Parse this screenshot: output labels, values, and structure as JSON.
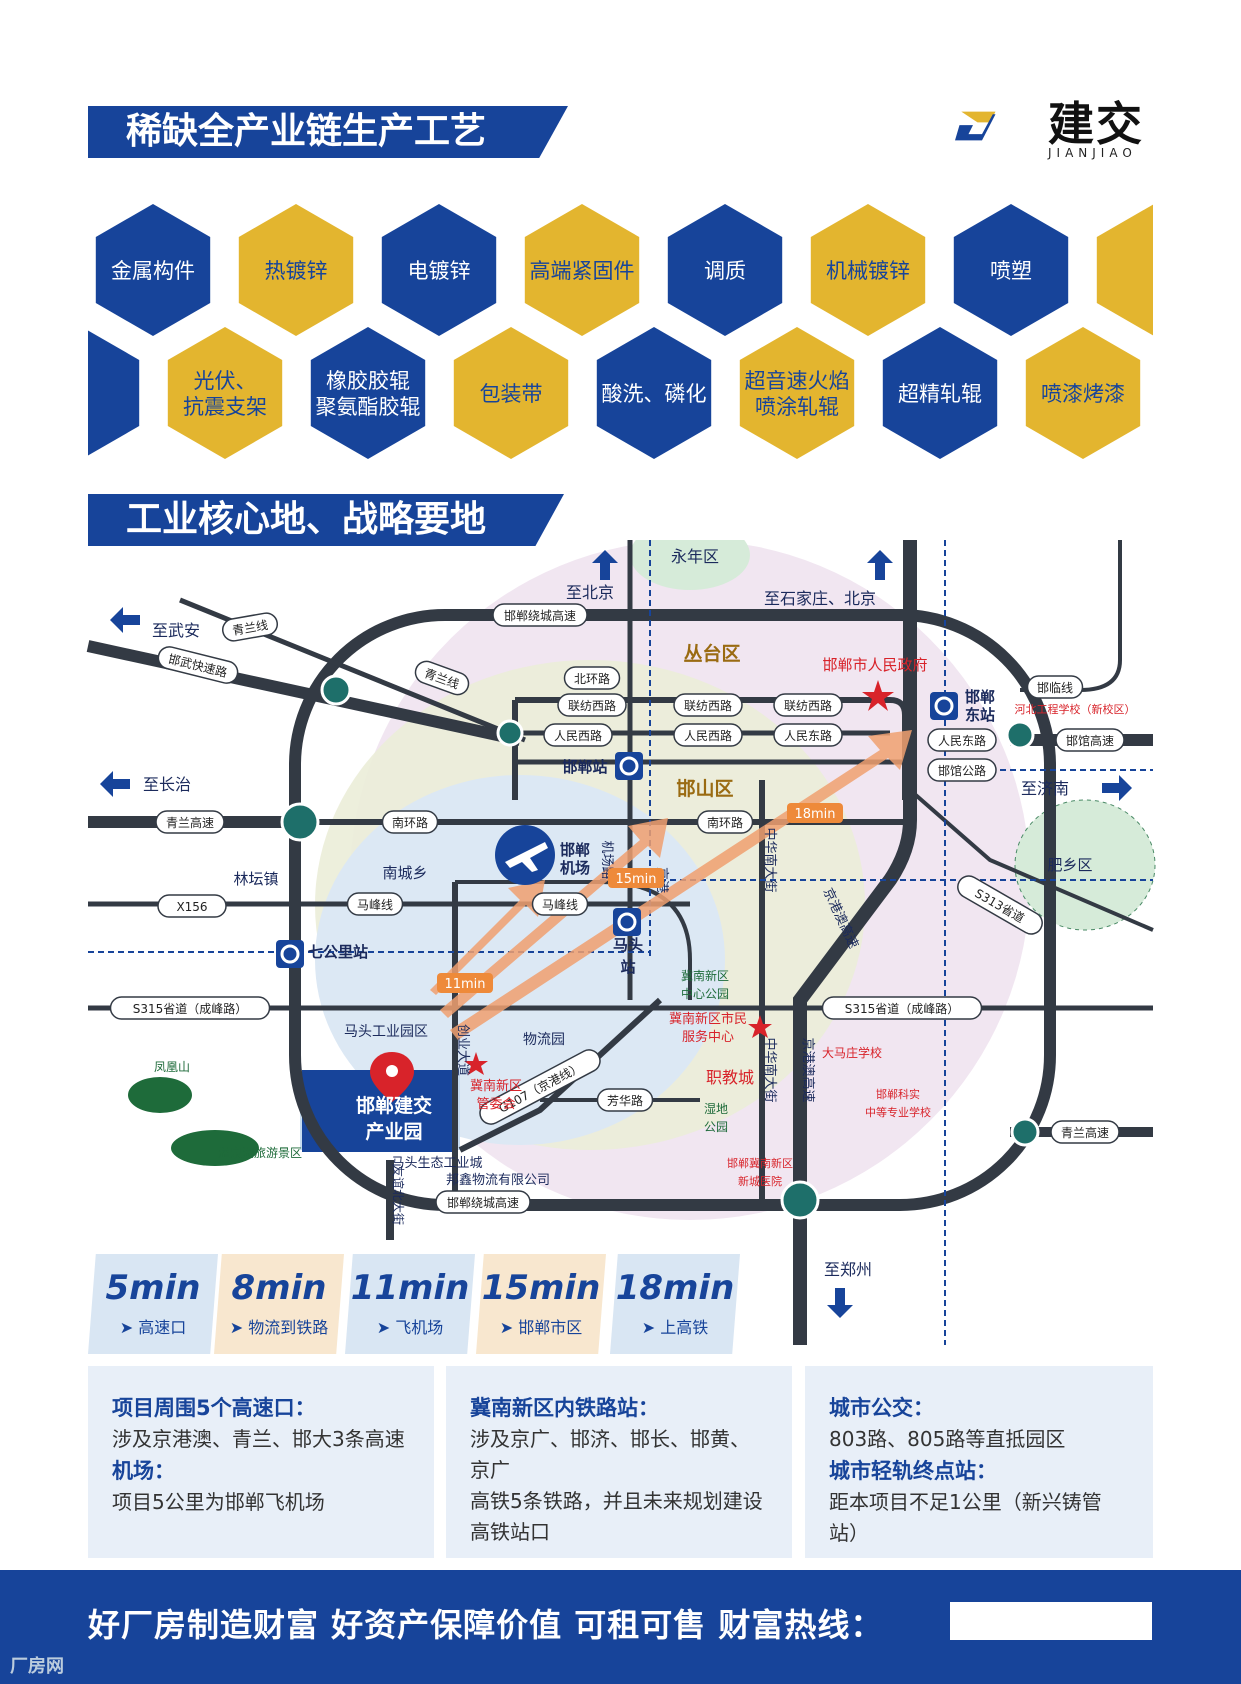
{
  "section1_title": "稀缺全产业链生产工艺",
  "section2_title": "工业核心地、战略要地",
  "logo": {
    "text": "建交",
    "sub": "JIANJIAO"
  },
  "hex_row1": [
    "金属构件",
    "热镀锌",
    "电镀锌",
    "高端紧固件",
    "调质",
    "机械镀锌",
    "喷塑"
  ],
  "hex_row2": [
    [
      "光伏、",
      "抗震支架"
    ],
    [
      "橡胶胶辊",
      "聚氨酯胶辊"
    ],
    [
      "包装带"
    ],
    [
      "酸洗、磷化"
    ],
    [
      "超音速火焰",
      "喷涂轧辊"
    ],
    [
      "超精轧辊"
    ],
    [
      "喷漆烤漆"
    ]
  ],
  "map": {
    "districts": {
      "yongnian": "永年区",
      "congtai": "丛台区",
      "hanshan": "邯山区",
      "feixiang": "肥乡区"
    },
    "directions": {
      "beijing": "至北京",
      "shijiazhuang": "至石家庄、北京",
      "wuan": "至武安",
      "changzhi": "至长治",
      "jinan": "至济南",
      "zhengzhou": "至郑州"
    },
    "roads": {
      "ring_top": "邯郸绕城高速",
      "ring_bottom": "邯郸绕城高速",
      "qinglan1": "青兰线",
      "qinglan2": "青兰线",
      "hanwu": "邯武快速路",
      "beihuan": "北环路",
      "lianfang_w": "联纺西路",
      "lianfang_w2": "联纺西路",
      "lianfang_e": "联纺西路",
      "renmin_w": "人民西路",
      "renmin_w2": "人民西路",
      "renmin_e": "人民东路",
      "renmin_e2": "人民东路",
      "qinglan_gs": "青兰高速",
      "nanhuan1": "南环路",
      "nanhuan2": "南环路",
      "mafeng1": "马峰线",
      "mafeng2": "马峰线",
      "x156": "X156",
      "s315_w": "S315省道（成峰路）",
      "s315_e": "S315省道（成峰路）",
      "jichang": "机场路",
      "jingang": "京港",
      "zhonghua_n": "中华南大街",
      "zhonghua_n2": "中华南大街",
      "jinggangao": "京港澳高速",
      "jinggangao2": "京港澳高速",
      "s313": "S313省道",
      "hanlin": "邯临线",
      "hanguan": "邯馆高速",
      "hanguan_gl": "邯馆公路",
      "qinglan_gs2": "青兰高速",
      "chuangye": "创业大道",
      "g107": "G107（京港线）",
      "fanghua": "芳华路",
      "youyi": "友谊北大街"
    },
    "places": {
      "gov": "邯郸市人民政府",
      "hdeast": [
        "邯郸",
        "东站"
      ],
      "hebei_school": "河北工程学校（新校区）",
      "hdstation": "邯郸站",
      "airport": [
        "邯郸",
        "机场"
      ],
      "nancheng": "南城乡",
      "lintan": "林坛镇",
      "qigongli": "七公里站",
      "matou": [
        "马头",
        "站"
      ],
      "jinan_park": [
        "冀南新区",
        "中心公园"
      ],
      "jinan_service": [
        "冀南新区市民",
        "服务中心"
      ],
      "zhijiao": "职教城",
      "wetland": [
        "湿地",
        "公园"
      ],
      "hospital": [
        "邯郸冀南新区",
        "新城医院"
      ],
      "damazhuang": "大马庄学校",
      "keshi": [
        "邯郸科实",
        "中等专业学校"
      ],
      "matou_park": "马头工业园区",
      "wuliu": "物流园",
      "fenghuang": "凤凰山",
      "yiquan": "溢泉湖旅游景区",
      "committee": [
        "冀南新区",
        "管委会"
      ],
      "project": [
        "邯郸建交",
        "产业园"
      ],
      "matou_eco": "马头生态工业城",
      "bangxin": "邦鑫物流有限公司"
    },
    "times": {
      "t11": "11min",
      "t15": "15min",
      "t18": "18min"
    }
  },
  "time_boxes": [
    {
      "value": "5min",
      "label": "高速口"
    },
    {
      "value": "8min",
      "label": "物流到铁路"
    },
    {
      "value": "11min",
      "label": "飞机场"
    },
    {
      "value": "15min",
      "label": "邯郸市区"
    },
    {
      "value": "18min",
      "label": "上高铁"
    }
  ],
  "info": [
    {
      "h1": "项目周围5个高速口：",
      "t1": "涉及京港澳、青兰、邯大3条高速",
      "h2": "机场：",
      "t2": "项目5公里为邯郸飞机场"
    },
    {
      "h1": "冀南新区内铁路站：",
      "t1": "涉及京广、邯济、邯长、邯黄、京广",
      "t2": "高铁5条铁路，并且未来规划建设",
      "t3": "高铁站口"
    },
    {
      "h1": "城市公交：",
      "t1": "803路、805路等直抵园区",
      "h2": "城市轻轨终点站：",
      "t2": "距本项目不足1公里（新兴铸管站）"
    }
  ],
  "footer": {
    "slogan": "好厂房制造财富  好资产保障价值    可租可售   财富热线："
  },
  "watermark": "厂房网",
  "colors": {
    "blue": "#17449a",
    "gold": "#e3b52f",
    "road": "#333a44"
  }
}
